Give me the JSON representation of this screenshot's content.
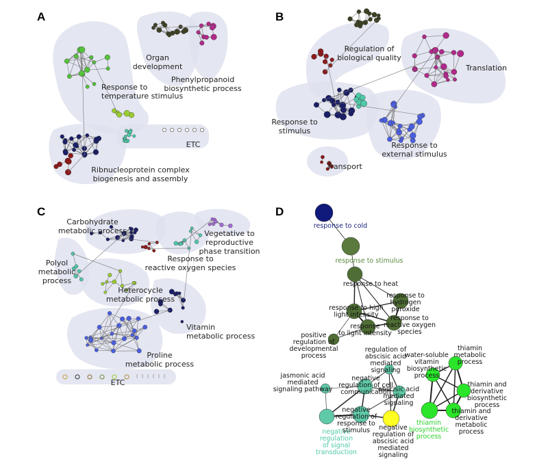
{
  "panels": {
    "A": {
      "letter": "A",
      "clusters": [
        {
          "lines": [
            "Organ",
            "development"
          ]
        },
        {
          "lines": [
            "Phenylpropanoid",
            "biosynthetic process"
          ]
        },
        {
          "lines": [
            "Response to",
            "temperature stimulus"
          ]
        },
        {
          "lines": [
            "Ribnucleoprotein complex",
            "biogenesis and assembly"
          ]
        },
        {
          "lines": [
            "ETC"
          ]
        }
      ]
    },
    "B": {
      "letter": "B",
      "clusters": [
        {
          "lines": [
            "Regulation of",
            "biological quality"
          ]
        },
        {
          "lines": [
            "Translation"
          ]
        },
        {
          "lines": [
            "Response to",
            "stimulus"
          ]
        },
        {
          "lines": [
            "Response to",
            "external stimulus"
          ]
        },
        {
          "lines": [
            "Transport"
          ]
        }
      ]
    },
    "C": {
      "letter": "C",
      "clusters": [
        {
          "lines": [
            "Carbohydrate",
            "metabolic process"
          ]
        },
        {
          "lines": [
            "Vegetative to",
            "reproductive",
            "phase transition"
          ]
        },
        {
          "lines": [
            "Response to",
            "reactive oxygen species"
          ]
        },
        {
          "lines": [
            "Polyol",
            "metabolic",
            "process"
          ]
        },
        {
          "lines": [
            "Heterocycle",
            "metabolic process"
          ]
        },
        {
          "lines": [
            "Vitamin",
            "metabolic process"
          ]
        },
        {
          "lines": [
            "Proline",
            "metabolic process"
          ]
        },
        {
          "lines": [
            "ETC"
          ]
        }
      ]
    },
    "D": {
      "letter": "D",
      "nodes": [
        {
          "id": "cold",
          "lines": [
            "response to cold"
          ],
          "color": "#0f1a7a",
          "text_color": "#1a237e"
        },
        {
          "id": "stim",
          "lines": [
            "response to stimulus"
          ],
          "color": "#5a7a3e",
          "text_color": "#5a8a3e"
        },
        {
          "id": "heat",
          "lines": [
            "response to heat"
          ],
          "color": "#4f6e35",
          "text_color": "#111111"
        },
        {
          "id": "h2o2",
          "lines": [
            "response to",
            "hydrogen",
            "peroxide"
          ],
          "color": "#4f6e35",
          "text_color": "#111111"
        },
        {
          "id": "hli",
          "lines": [
            "response to high",
            "light intensity"
          ],
          "color": "#4f6e35",
          "text_color": "#111111"
        },
        {
          "id": "ros",
          "lines": [
            "response to",
            "reactive oxygen",
            "species"
          ],
          "color": "#4f6e35",
          "text_color": "#111111"
        },
        {
          "id": "li",
          "lines": [
            "response",
            "to light intensity"
          ],
          "color": "#4f6e35",
          "text_color": "#111111"
        },
        {
          "id": "dev",
          "lines": [
            "positive",
            "regulation of",
            "developmental",
            "process"
          ],
          "color": "#4f6e35",
          "text_color": "#111111"
        },
        {
          "id": "aba",
          "lines": [
            "regulation of",
            "abscisic acid",
            "mediated",
            "signaling"
          ],
          "color": "#5fc9a8",
          "text_color": "#111111"
        },
        {
          "id": "ja",
          "lines": [
            "jasmonic acid",
            "mediated",
            "signaling pathway"
          ],
          "color": "#5fc9a8",
          "text_color": "#111111"
        },
        {
          "id": "cell",
          "lines": [
            "negative",
            "regulation of cell",
            "communication"
          ],
          "color": "#5fc9a8",
          "text_color": "#111111"
        },
        {
          "id": "abasig",
          "lines": [
            "abscisic acid",
            "mediated",
            "signaling"
          ],
          "color": "#5fc9a8",
          "text_color": "#111111"
        },
        {
          "id": "negsig",
          "lines": [
            "negative",
            "regulation",
            "of signal",
            "transduction"
          ],
          "color": "#5fc9a8",
          "text_color": "#4fc9a8"
        },
        {
          "id": "negstim",
          "lines": [
            "negative",
            "regulation of",
            "response to",
            "stimulus"
          ],
          "color": "#5fc9a8",
          "text_color": "#111111"
        },
        {
          "id": "negaba",
          "lines": [
            "negative",
            "regulation of",
            "abscisic acid",
            "mediated",
            "signaling"
          ],
          "color": "#ffff22",
          "text_color": "#111111"
        },
        {
          "id": "wsv",
          "lines": [
            "water-soluble",
            "vitamin",
            "biosynthetic",
            "process"
          ],
          "color": "#2ae52a",
          "text_color": "#111111"
        },
        {
          "id": "thm",
          "lines": [
            "thiamin",
            "metabolic",
            "process"
          ],
          "color": "#2ae52a",
          "text_color": "#111111"
        },
        {
          "id": "tdb",
          "lines": [
            "thiamin and",
            "derivative",
            "biosynthetic",
            "process"
          ],
          "color": "#2ae52a",
          "text_color": "#111111"
        },
        {
          "id": "tbp",
          "lines": [
            "thiamin",
            "biosynthetic",
            "process"
          ],
          "color": "#2ae52a",
          "text_color": "#2ad12a"
        },
        {
          "id": "tdm",
          "lines": [
            "thiamin and",
            "derivative",
            "metabolic",
            "process"
          ],
          "color": "#2ae52a",
          "text_color": "#111111"
        }
      ]
    }
  },
  "colors": {
    "blob": "#dfe2ef",
    "dark_navy": "#1b1f66",
    "olive": "#3d4023",
    "magenta": "#b02a8a",
    "green": "#55c23a",
    "light_green": "#9acd32",
    "teal": "#4fc9a8",
    "dark_red": "#8b1a1a",
    "blue": "#4a5ee0",
    "purple": "#a36ad6"
  }
}
